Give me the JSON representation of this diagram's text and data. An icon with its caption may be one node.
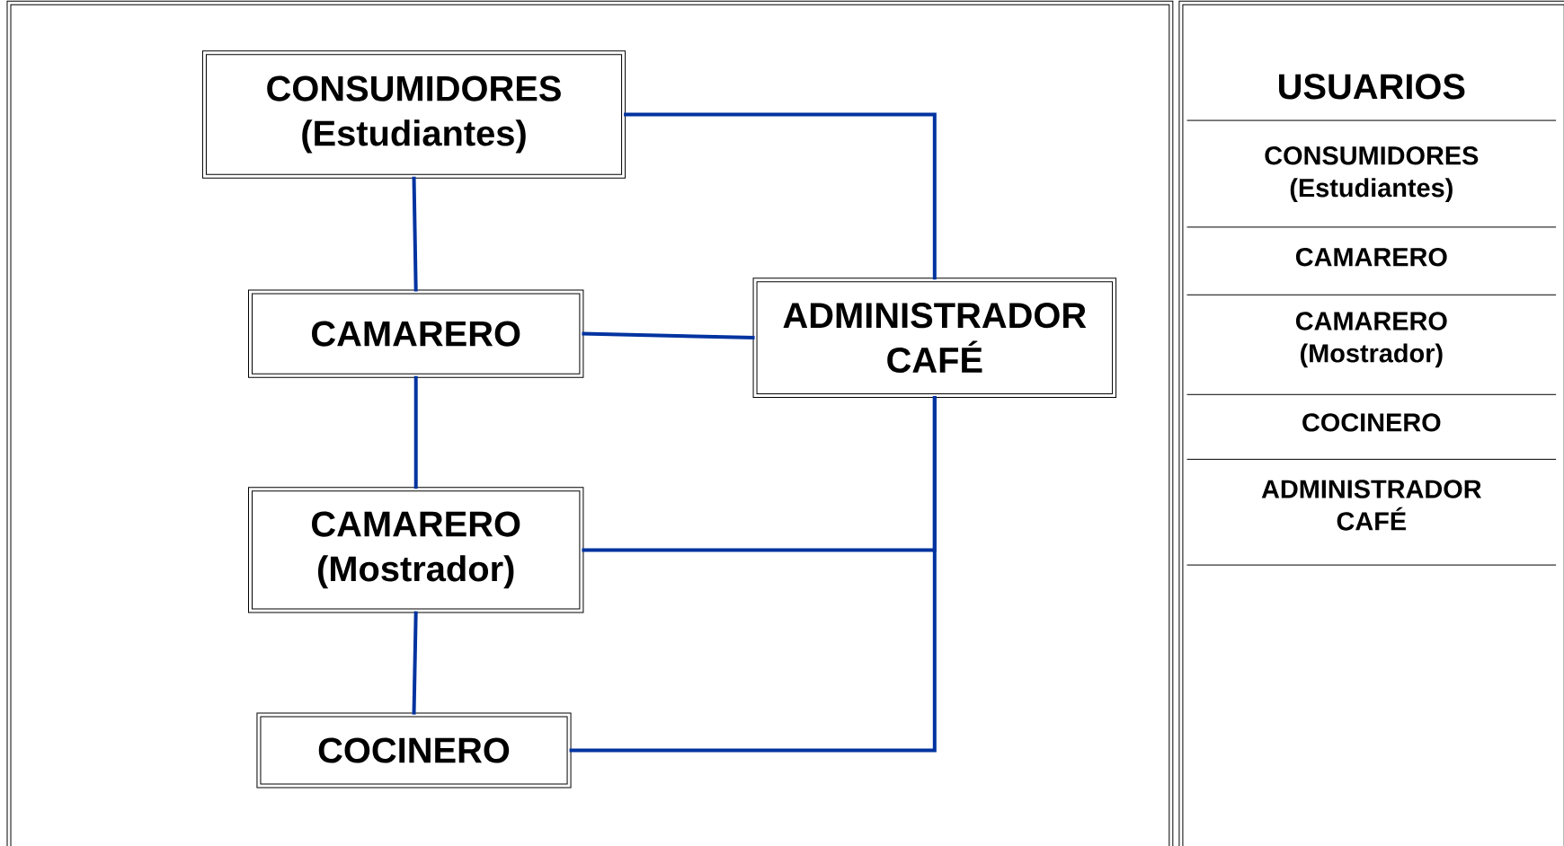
{
  "diagram": {
    "nodes": [
      {
        "text": [
          "CONSUMIDORES (Estudiantes)"
        ]
      },
      {
        "text": [
          "CAMARERO"
        ]
      },
      {
        "text": [
          "CAMARERO (Mostrador)"
        ]
      },
      {
        "text": [
          "COCINERO"
        ]
      },
      {
        "text": [
          "ADMINISTRADOR CAFÉ"
        ]
      }
    ],
    "edges": [
      {
        "from": 0,
        "to": 1,
        "arrow": "none"
      },
      {
        "from": 1,
        "to": 2,
        "arrow": "none"
      },
      {
        "from": 2,
        "to": 3,
        "arrow": "none"
      },
      {
        "from": 0,
        "to": 4,
        "arrow": "none"
      },
      {
        "from": 1,
        "to": 4,
        "arrow": "none"
      },
      {
        "from": 4,
        "to": 2,
        "arrow": "none"
      },
      {
        "from": 4,
        "to": 3,
        "arrow": "none"
      }
    ],
    "labels": [
      "USUARIOS",
      "CONSUMIDORES (Estudiantes)",
      "CAMARERO",
      "CAMARERO (Mostrador)",
      "COCINERO",
      "ADMINISTRADOR CAFÉ"
    ]
  }
}
